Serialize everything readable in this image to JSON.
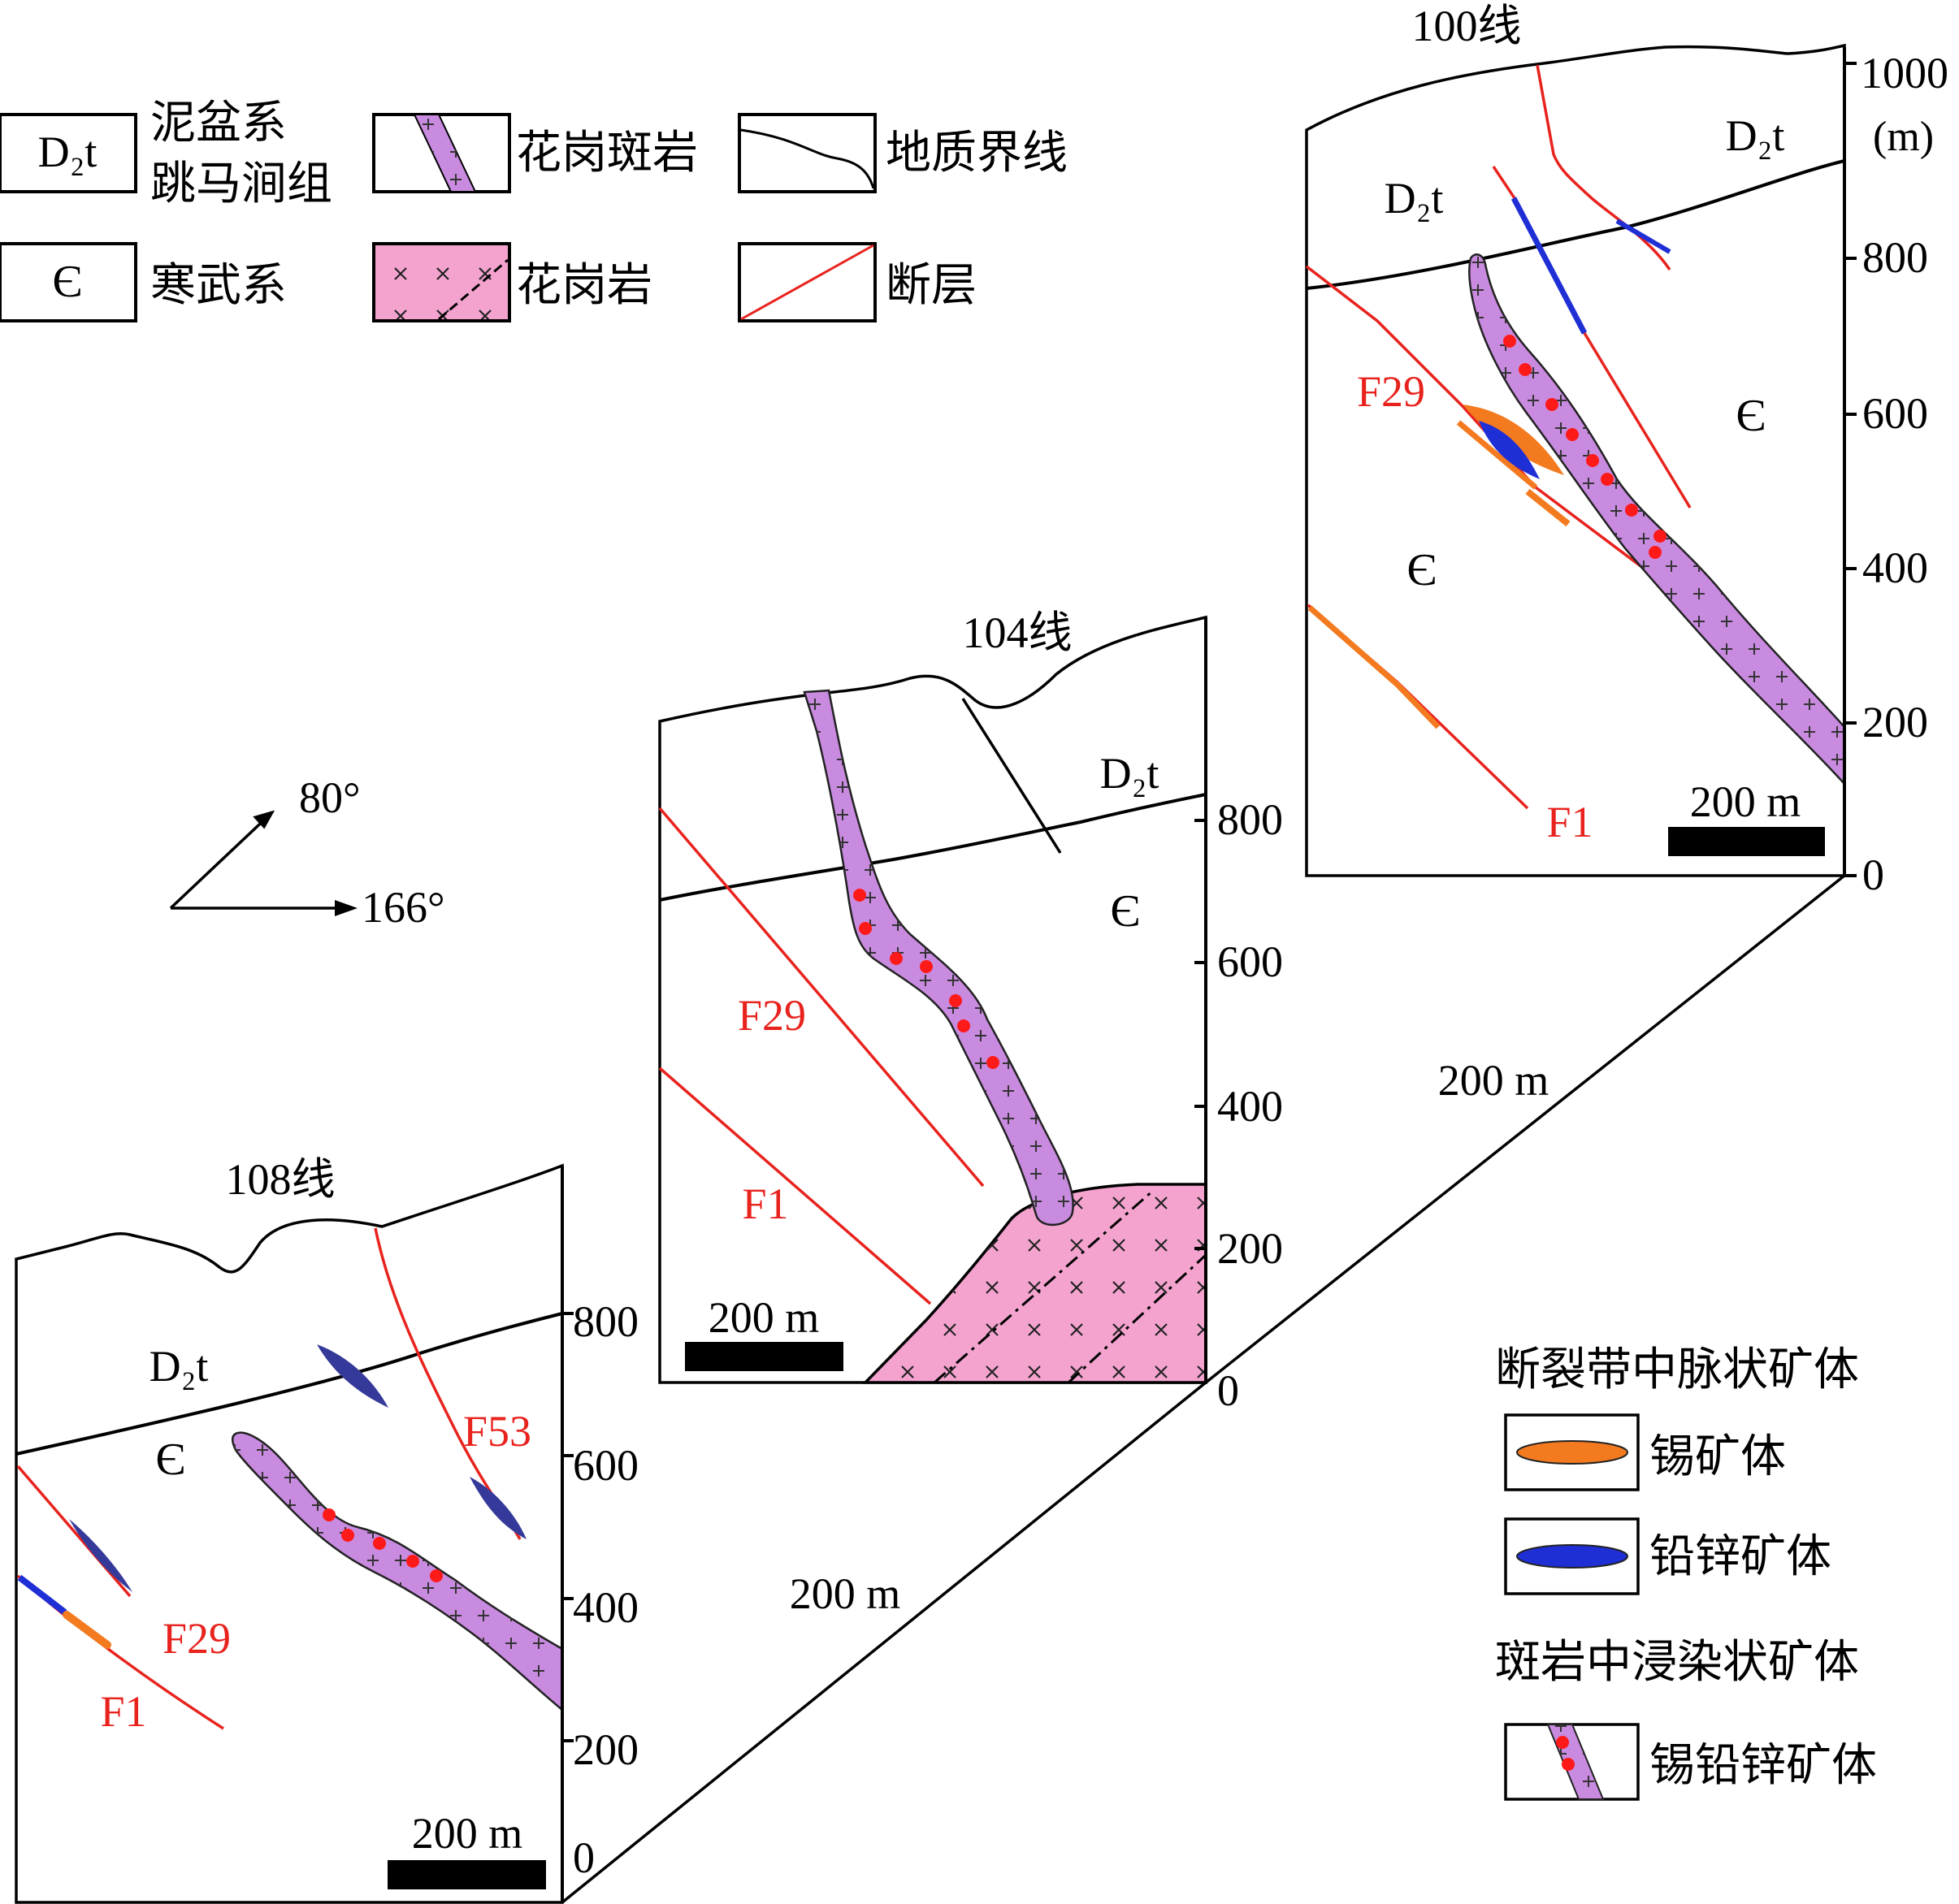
{
  "legend": {
    "items": [
      {
        "symbol": "D₂t",
        "label_lines": [
          "泥盆系",
          "跳马涧组"
        ]
      },
      {
        "symbol": "Є",
        "label_lines": [
          "寒武系"
        ]
      },
      {
        "label_lines": [
          "花岗斑岩"
        ]
      },
      {
        "label_lines": [
          "花岗岩"
        ]
      },
      {
        "label_lines": [
          "地质界线"
        ]
      },
      {
        "label_lines": [
          "断层"
        ]
      }
    ],
    "ore_heading_vein": "断裂带中脉状矿体",
    "ore_tin": "锡矿体",
    "ore_pbzn": "铅锌矿体",
    "ore_heading_dissem": "斑岩中浸染状矿体",
    "ore_sn_pb_zn": "锡铅锌矿体"
  },
  "orientation": {
    "north": "80°",
    "east": "166°"
  },
  "sections": [
    {
      "title": "100线",
      "scale_label": "200 m",
      "axis_ticks": [
        "1000",
        "800",
        "600",
        "400",
        "200",
        "0"
      ],
      "axis_unit": "(m)",
      "units": [
        "D₂t",
        "D₂t",
        "Є",
        "Є"
      ],
      "faults": [
        "F29",
        "F1"
      ]
    },
    {
      "title": "104线",
      "scale_label": "200 m",
      "axis_ticks": [
        "800",
        "600",
        "400",
        "200",
        "0"
      ],
      "units": [
        "D₂t",
        "Є"
      ],
      "faults": [
        "F29",
        "F1"
      ]
    },
    {
      "title": "108线",
      "scale_label": "200 m",
      "axis_ticks": [
        "800",
        "600",
        "400",
        "200",
        "0"
      ],
      "units": [
        "D₂t",
        "Є"
      ],
      "faults": [
        "F53",
        "F29",
        "F1"
      ]
    }
  ],
  "spacing_labels": [
    "200 m",
    "200 m"
  ],
  "colors": {
    "fault": "#e8231e",
    "porphyry": "#c98be0",
    "granite": "#f4a3cf",
    "tin_ore": "#f47a20",
    "pbzn_ore": "#1f2fd6",
    "pbzn_ore_dark": "#353a9a",
    "dots": "#ff1a1a"
  }
}
